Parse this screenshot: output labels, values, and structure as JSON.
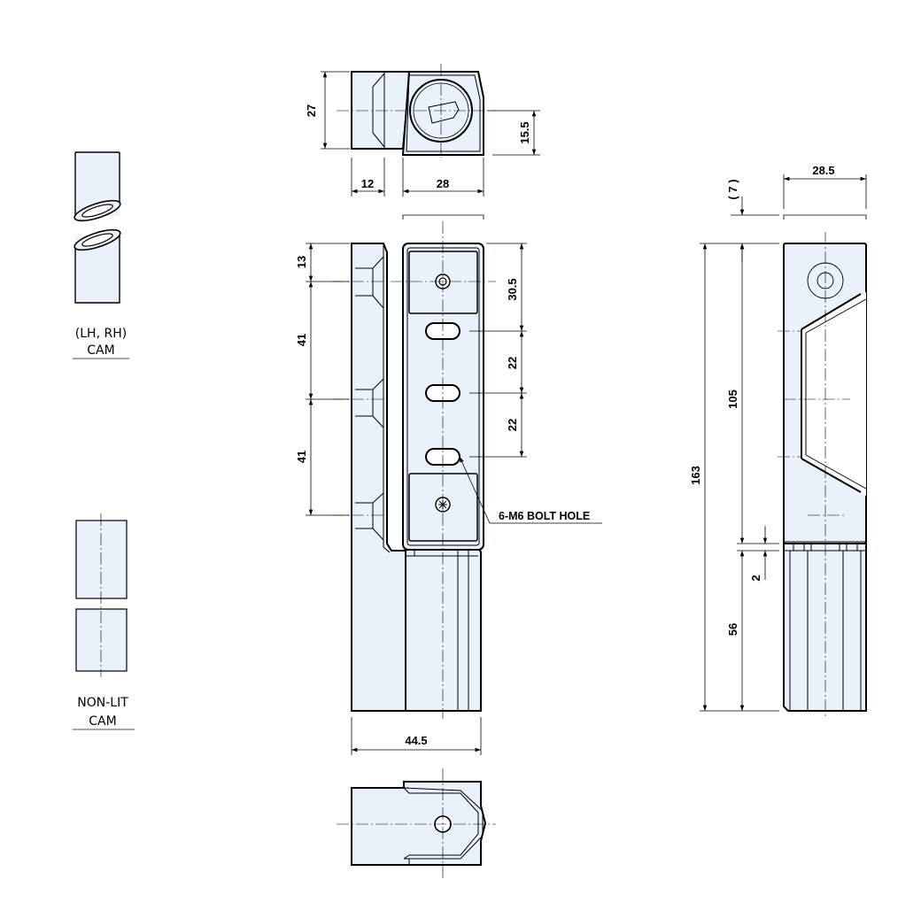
{
  "legend": {
    "lit_cam_line1": "(LH, RH)",
    "lit_cam_line2": "CAM",
    "nonlit_cam_line1": "NON-LIT",
    "nonlit_cam_line2": "CAM"
  },
  "top_view": {
    "height": "27",
    "left_width": "12",
    "right_width": "28",
    "offset": "15.5"
  },
  "front_view": {
    "d_top": "13",
    "d_pitch1": "41",
    "d_pitch2": "41",
    "d_slot1": "30.5",
    "d_slot2": "22",
    "d_slot3": "22",
    "bolt_hole": "6-M6 BOLT HOLE",
    "width": "44.5"
  },
  "side_view": {
    "width": "28.5",
    "ref": "( 7 )",
    "total": "163",
    "upper": "105",
    "gap": "2",
    "lower": "56"
  },
  "colors": {
    "part_fill": "#e9f2fa",
    "line": "#000000"
  }
}
